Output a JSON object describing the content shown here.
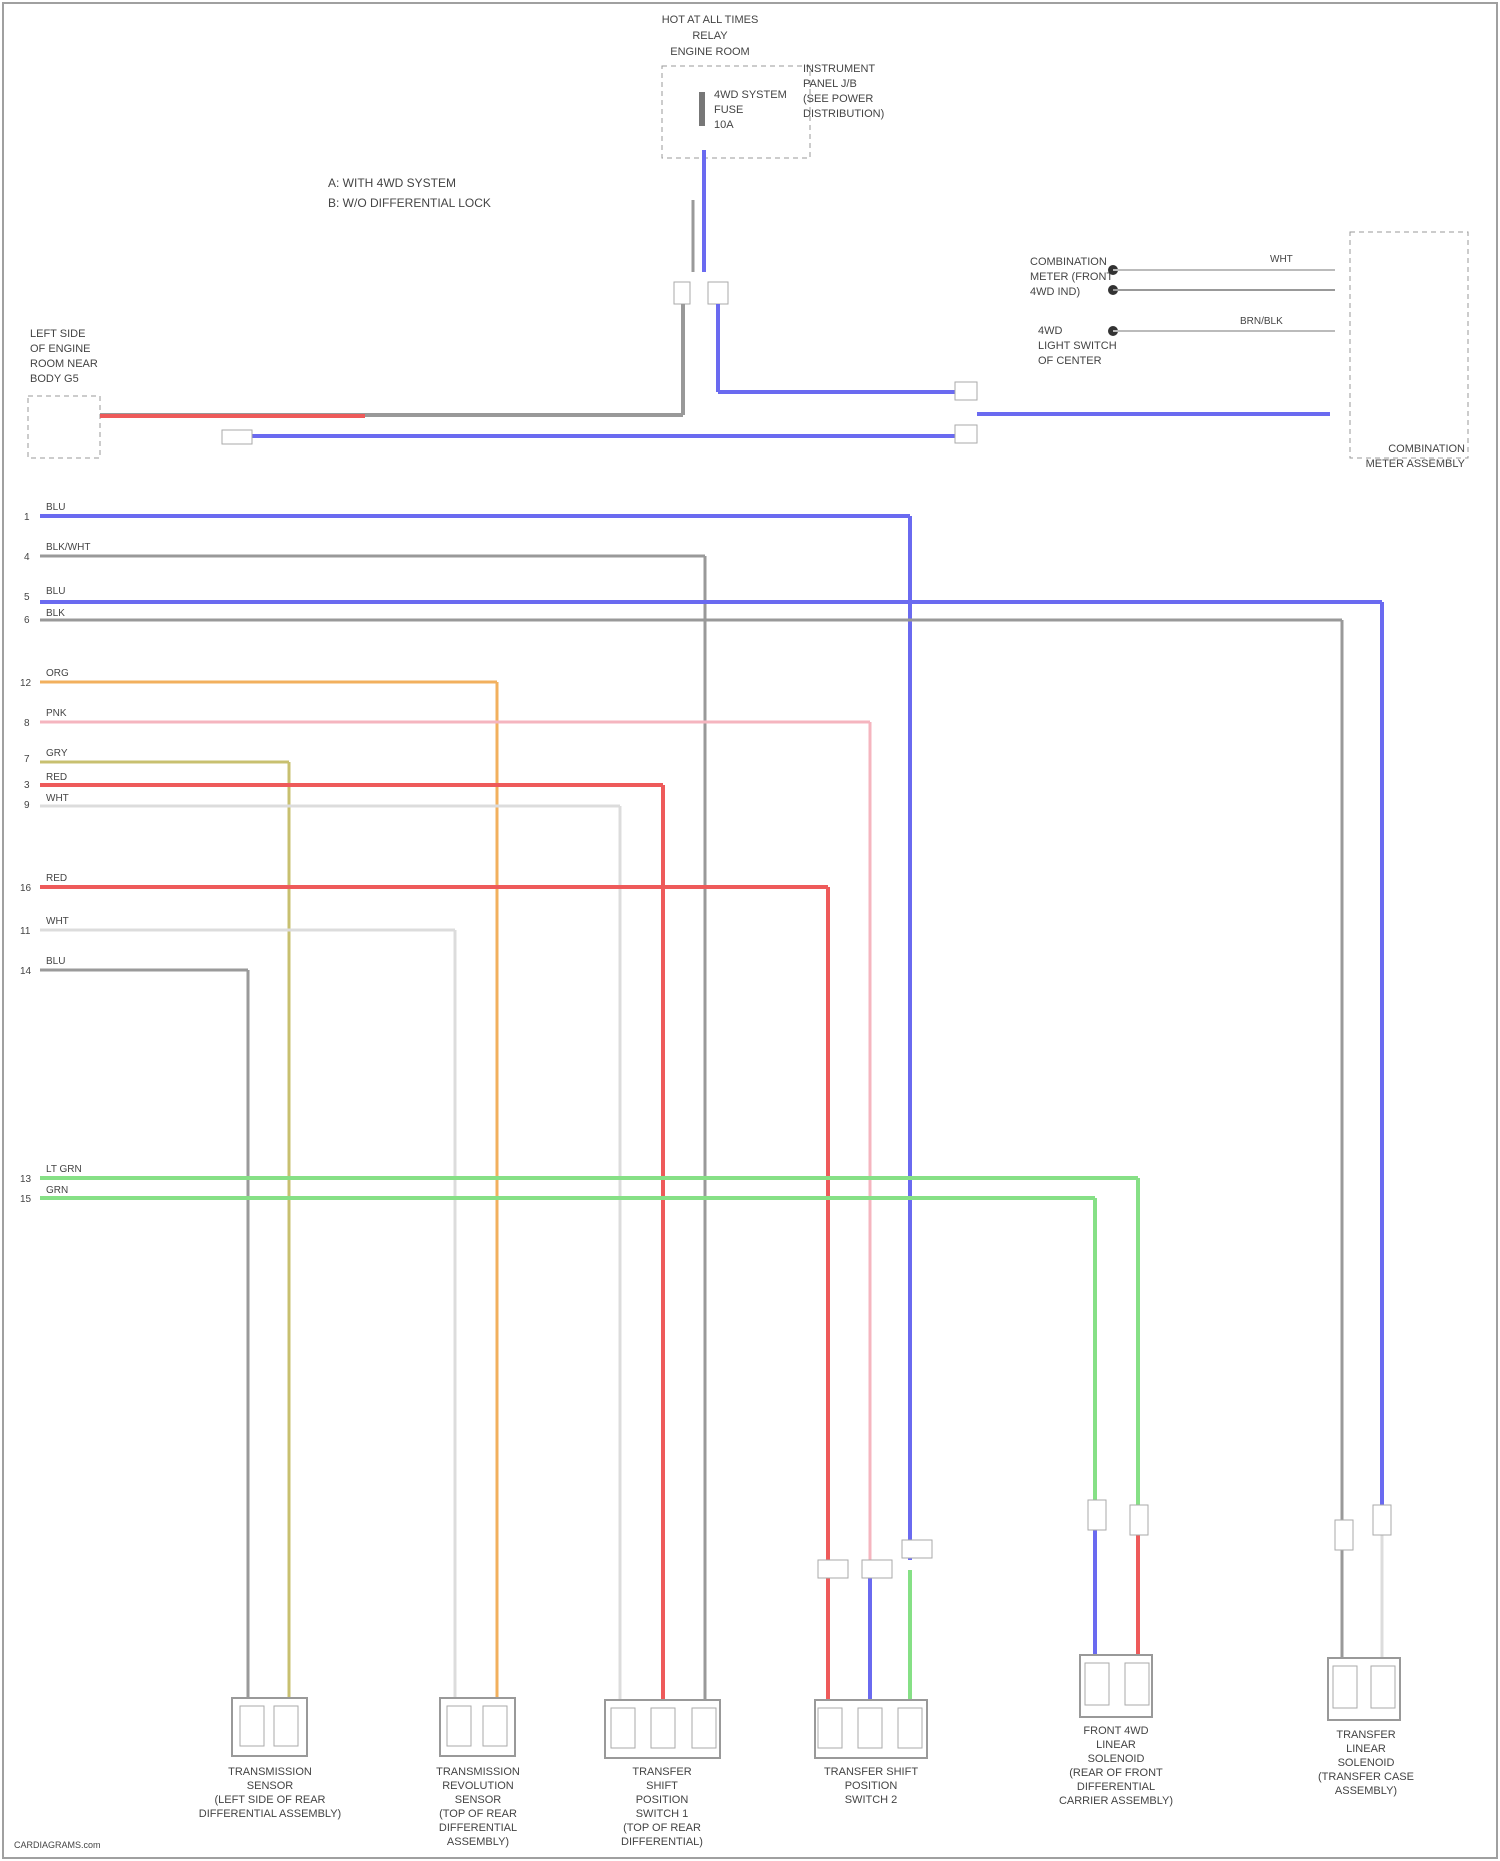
{
  "diagram": {
    "top_box_label": [
      "HOT AT ALL TIMES",
      "RELAY",
      "ENGINE ROOM"
    ],
    "top_box_side_label": [
      "INSTRUMENT",
      "PANEL J/B",
      "(SEE POWER",
      "DISTRIBUTION)"
    ],
    "top_fuse_label": [
      "4WD SYSTEM",
      "FUSE",
      "10A"
    ],
    "legend": [
      "A: WITH 4WD SYSTEM",
      "B: W/O DIFFERENTIAL LOCK"
    ],
    "left_ground_label": [
      "LEFT SIDE",
      "OF ENGINE",
      "ROOM NEAR",
      "BODY G5"
    ],
    "right_inputs": [
      {
        "label": [
          "COMBINATION",
          "METER (FRONT",
          "4WD IND)"
        ],
        "wire": "WHT"
      },
      {
        "label": [
          "4WD",
          "LIGHT SWITCH",
          "OF CENTER"
        ],
        "wire": "BRN/BLK"
      }
    ],
    "right_module_label": [
      "COMBINATION",
      "METER ASSEMBLY"
    ],
    "rows": [
      {
        "pin": "1",
        "wire": "BLU"
      },
      {
        "pin": "4",
        "wire": "BLK/WHT"
      },
      {
        "pin": "5",
        "wire": "BLU"
      },
      {
        "pin": "6",
        "wire": "BLK"
      },
      {
        "pin": "12",
        "wire": "ORG"
      },
      {
        "pin": "8",
        "wire": "PNK"
      },
      {
        "pin": "7",
        "wire": "GRY"
      },
      {
        "pin": "3",
        "wire": "RED"
      },
      {
        "pin": "9",
        "wire": "WHT"
      },
      {
        "pin": "16",
        "wire": "RED"
      },
      {
        "pin": "11",
        "wire": "WHT"
      },
      {
        "pin": "14",
        "wire": "BLU"
      },
      {
        "pin": "13",
        "wire": "LT GRN"
      },
      {
        "pin": "15",
        "wire": "GRN"
      }
    ],
    "components": [
      {
        "label": [
          "TRANSMISSION",
          "SENSOR",
          "(LEFT SIDE OF REAR",
          "DIFFERENTIAL ASSEMBLY)"
        ]
      },
      {
        "label": [
          "TRANSMISSION",
          "REVOLUTION",
          "SENSOR",
          "(TOP OF REAR",
          "DIFFERENTIAL",
          "ASSEMBLY)"
        ]
      },
      {
        "label": [
          "TRANSFER",
          "SHIFT",
          "POSITION",
          "SWITCH 1",
          "(TOP OF REAR",
          "DIFFERENTIAL)"
        ]
      },
      {
        "label": [
          "TRANSFER SHIFT",
          "POSITION",
          "SWITCH 2"
        ]
      },
      {
        "label": [
          "FRONT 4WD",
          "LINEAR",
          "SOLENOID",
          "(REAR OF FRONT",
          "DIFFERENTIAL",
          "CARRIER ASSEMBLY)"
        ]
      },
      {
        "label": [
          "TRANSFER",
          "LINEAR",
          "SOLENOID",
          "(TRANSFER CASE",
          "ASSEMBLY)"
        ]
      }
    ],
    "footer": "CARDIAGRAMS.com",
    "colors": {
      "blue": "#6a6af0",
      "gray": "#9a9a9a",
      "red": "#ee5a5a",
      "orange": "#f2b05e",
      "pink": "#f5b5bf",
      "olive": "#c8c070",
      "light": "#dcdcdc",
      "green": "#86e086",
      "border": "#a0a0a0"
    }
  }
}
